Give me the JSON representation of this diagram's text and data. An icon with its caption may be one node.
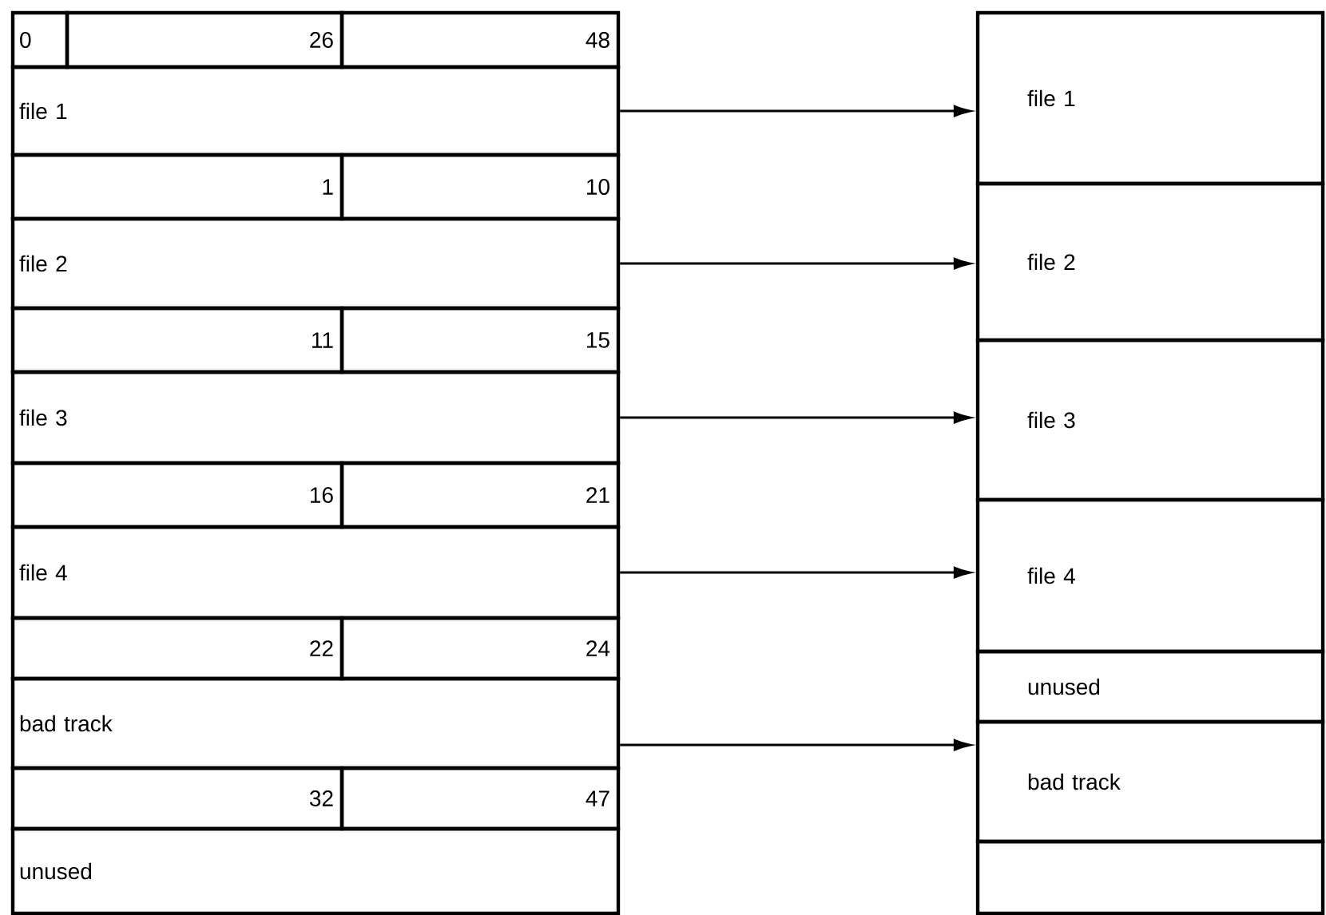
{
  "diagram": {
    "nodes": [
      {
        "text": [
          "0"
        ]
      },
      {
        "text": [
          "26"
        ]
      },
      {
        "text": [
          "48"
        ]
      },
      {
        "text": [
          "file 1"
        ]
      },
      {
        "text": [
          "1"
        ]
      },
      {
        "text": [
          "10"
        ]
      },
      {
        "text": [
          "file 2"
        ]
      },
      {
        "text": [
          "11"
        ]
      },
      {
        "text": [
          "15"
        ]
      },
      {
        "text": [
          "file 3"
        ]
      },
      {
        "text": [
          "16"
        ]
      },
      {
        "text": [
          "21"
        ]
      },
      {
        "text": [
          "file 4"
        ]
      },
      {
        "text": [
          "22"
        ]
      },
      {
        "text": [
          "24"
        ]
      },
      {
        "text": [
          "bad track"
        ]
      },
      {
        "text": [
          "32"
        ]
      },
      {
        "text": [
          "47"
        ]
      },
      {
        "text": [
          "unused"
        ]
      },
      {
        "text": [
          "file 1"
        ]
      },
      {
        "text": [
          "file 2"
        ]
      },
      {
        "text": [
          "file 3"
        ]
      },
      {
        "text": [
          "file 4"
        ]
      },
      {
        "text": [
          "unused"
        ]
      },
      {
        "text": [
          "bad track"
        ]
      },
      {
        "text": [],
        "shape": "box"
      }
    ],
    "edges": [
      {
        "from": 3,
        "to": 19,
        "arrow": "to"
      },
      {
        "from": 6,
        "to": 20,
        "arrow": "to"
      },
      {
        "from": 9,
        "to": 21,
        "arrow": "to"
      },
      {
        "from": 12,
        "to": 22,
        "arrow": "to"
      },
      {
        "from": 15,
        "to": 24,
        "arrow": "to"
      }
    ]
  }
}
